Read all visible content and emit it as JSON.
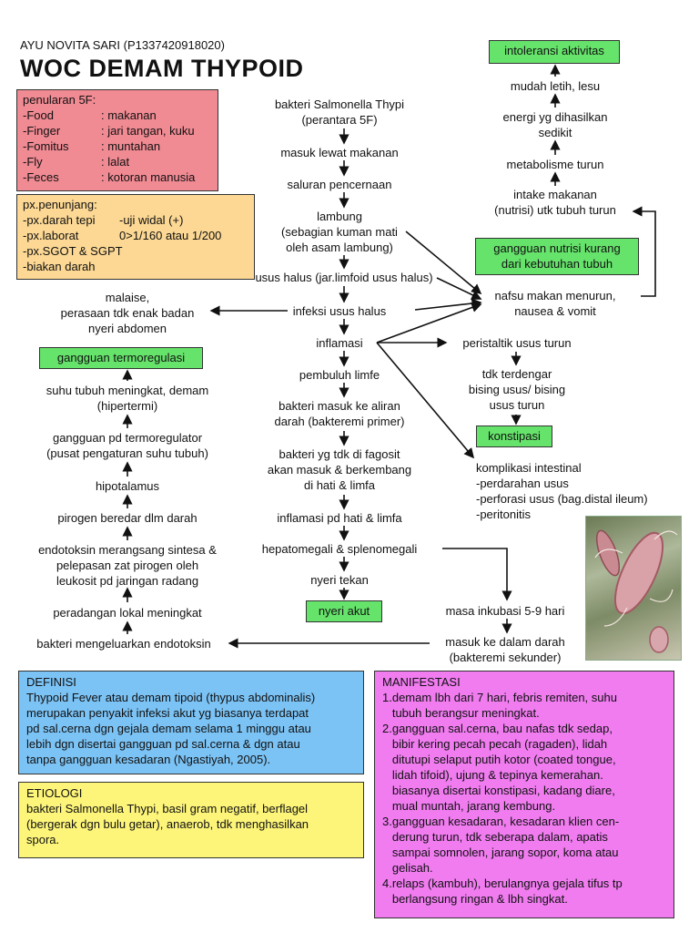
{
  "header": {
    "author": "AYU NOVITA SARI (P1337420918020)",
    "title": "WOC DEMAM THYPOID"
  },
  "penularan": {
    "title": "penularan 5F:",
    "items": [
      {
        "k": "-Food",
        "v": ": makanan"
      },
      {
        "k": "-Finger",
        "v": ": jari tangan, kuku"
      },
      {
        "k": "-Fomitus",
        "v": ": muntahan"
      },
      {
        "k": "-Fly",
        "v": ": lalat"
      },
      {
        "k": "-Feces",
        "v": ": kotoran manusia"
      }
    ]
  },
  "penunjang": {
    "title": "px.penunjang:",
    "items": [
      {
        "k": "-px.darah tepi",
        "v": "-uji widal (+)"
      },
      {
        "k": "-px.laborat",
        "v": "0>1/160 atau 1/200"
      },
      {
        "k": "-px.SGOT & SGPT",
        "v": ""
      },
      {
        "k": "-biakan darah",
        "v": ""
      }
    ]
  },
  "center": {
    "bakteri": "bakteri Salmonella Thypi\n(perantara 5F)",
    "masuk": "masuk lewat makanan",
    "saluran": "saluran pencernaan",
    "lambung": "lambung\n(sebagian kuman mati\noleh asam lambung)",
    "usus": "usus halus (jar.limfoid usus halus)",
    "infeksi": "infeksi usus halus",
    "inflamasi": "inflamasi",
    "pembuluh": "pembuluh limfe",
    "bakteremi": "bakteri masuk ke aliran\ndarah (bakteremi primer)",
    "fagosit": "bakteri yg tdk di fagosit\nakan masuk & berkembang\ndi hati & limfa",
    "inflamasi_hati": "inflamasi pd hati & limfa",
    "hepato": "hepatomegali & splenomegali",
    "nyeri_tekan": "nyeri tekan",
    "nyeri_akut": "nyeri akut"
  },
  "right": {
    "intoleransi": "intoleransi aktivitas",
    "mudah": "mudah letih, lesu",
    "energi": "energi yg dihasilkan\nsedikit",
    "metabolisme": "metabolisme turun",
    "intake": "intake makanan\n(nutrisi) utk tubuh turun",
    "gangguan_nutrisi": "gangguan nutrisi kurang\ndari kebutuhan tubuh",
    "nafsu": "nafsu makan menurun,\nnausea & vomit",
    "peristaltik": "peristaltik usus turun",
    "bising": "tdk terdengar\nbising usus/ bising\nusus turun",
    "konstipasi": "konstipasi",
    "komplikasi": "komplikasi intestinal\n-perdarahan usus\n-perforasi usus (bag.distal ileum)\n-peritonitis",
    "masa": "masa inkubasi 5-9 hari",
    "masuk_darah": "masuk ke dalam darah\n(bakteremi sekunder)"
  },
  "left": {
    "malaise": "malaise,\nperasaan tdk enak badan\nnyeri abdomen",
    "termoregulasi": "gangguan termoregulasi",
    "suhu": "suhu tubuh meningkat, demam\n(hipertermi)",
    "gangguan_pd": "gangguan pd termoregulator\n(pusat pengaturan suhu tubuh)",
    "hipotalamus": "hipotalamus",
    "pirogen": "pirogen beredar dlm darah",
    "endotoksin": "endotoksin merangsang sintesa &\npelepasan zat pirogen oleh\nleukosit pd jaringan radang",
    "peradangan": "peradangan lokal meningkat",
    "bakteri_endo": "bakteri mengeluarkan endotoksin"
  },
  "definisi": {
    "title": "DEFINISI",
    "text": "Thypoid Fever atau demam tipoid (thypus abdominalis)\nmerupakan penyakit infeksi akut yg biasanya terdapat\npd sal.cerna dgn gejala demam selama 1 minggu atau\nlebih dgn disertai gangguan pd sal.cerna & dgn atau\ntanpa gangguan kesadaran (Ngastiyah, 2005)."
  },
  "etiologi": {
    "title": "ETIOLOGI",
    "text": "bakteri Salmonella Thypi, basil gram negatif, berflagel\n(bergerak dgn bulu getar), anaerob, tdk menghasilkan\nspora."
  },
  "manifestasi": {
    "title": "MANIFESTASI",
    "items": [
      "1.demam lbh dari 7 hari, febris remiten, suhu\n   tubuh berangsur meningkat.",
      "2.gangguan sal.cerna, bau nafas tdk sedap,\n   bibir kering pecah pecah (ragaden), lidah\n   ditutupi selaput putih kotor (coated tongue,\n   lidah tifoid), ujung & tepinya kemerahan.\n   biasanya disertai konstipasi, kadang diare,\n   mual muntah, jarang kembung.",
      "3.gangguan kesadaran, kesadaran klien cen-\n   derung turun, tdk seberapa dalam, apatis\n   sampai somnolen, jarang sopor, koma atau\n   gelisah.",
      "4.relaps (kambuh), berulangnya gejala tifus tp\n   berlangsung ringan & lbh singkat."
    ]
  }
}
